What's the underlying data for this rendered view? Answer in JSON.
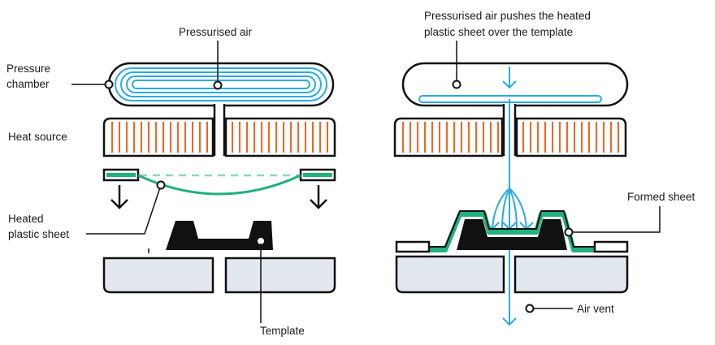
{
  "left": {
    "label_pressurised_air": "Pressurised air",
    "label_pressure_chamber_1": "Pressure",
    "label_pressure_chamber_2": "chamber",
    "label_heat_source": "Heat source",
    "label_heated_sheet_1": "Heated",
    "label_heated_sheet_2": "plastic sheet",
    "label_template": "Template"
  },
  "right": {
    "label_caption_1": "Pressurised air pushes the heated",
    "label_caption_2": "plastic sheet over the template",
    "label_formed_sheet": "Formed sheet",
    "label_air_vent": "Air vent"
  },
  "colors": {
    "air": "#29abe2",
    "heat": "#f26522",
    "sheet": "#22b07d",
    "sheet_dashed": "#8fd6bd",
    "outline": "#111111",
    "base_fill": "#e3e7ee"
  }
}
